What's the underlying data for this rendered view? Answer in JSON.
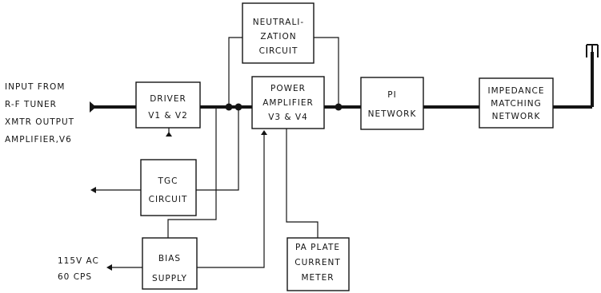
{
  "blocks": {
    "neutralization": [
      "NEUTRALI-",
      "ZATION",
      "CIRCUIT"
    ],
    "driver": [
      "DRIVER",
      "V1 & V2"
    ],
    "power_amp": [
      "POWER",
      "AMPLIFIER",
      "V3 & V4"
    ],
    "pi_network": [
      "PI",
      "NETWORK"
    ],
    "impedance": [
      "IMPEDANCE",
      "MATCHING",
      "NETWORK"
    ],
    "tgc": [
      "TGC",
      "CIRCUIT"
    ],
    "bias": [
      "BIAS",
      "SUPPLY"
    ],
    "pa_meter": [
      "PA PLATE",
      "CURRENT",
      "METER"
    ]
  },
  "inputs": {
    "rf": [
      "INPUT FROM",
      "R-F TUNER",
      "XMTR OUTPUT",
      "AMPLIFIER,V6"
    ],
    "ac": [
      "115V AC",
      "60 CPS"
    ]
  }
}
